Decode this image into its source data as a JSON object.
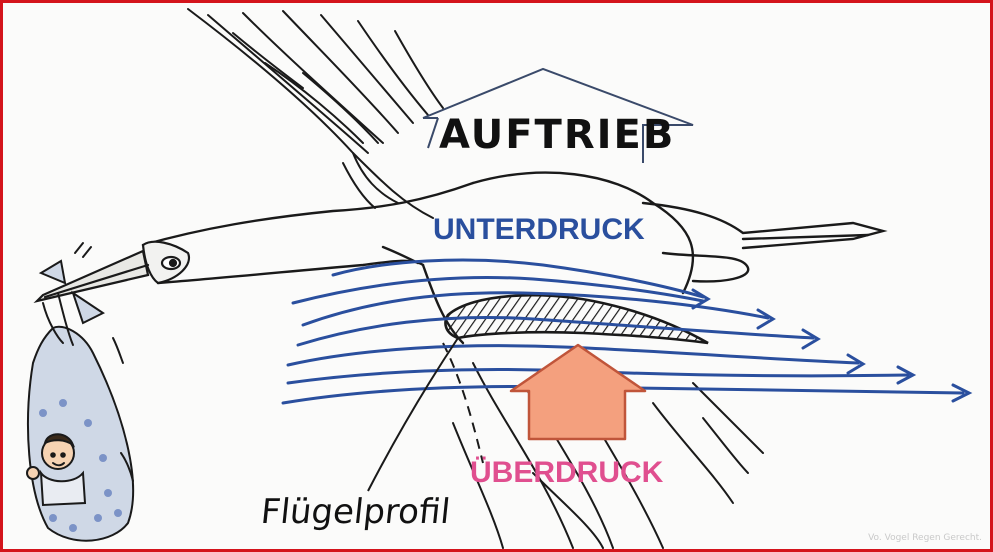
{
  "labels": {
    "lift": "AUFTRIEB",
    "low_pressure": "UNTERDRUCK",
    "high_pressure": "ÜBERDRUCK",
    "airfoil": "Flügelprofil"
  },
  "credit": "Vo. Vogel Regen Gerecht.",
  "colors": {
    "frame": "#d4141c",
    "airflow": "#2a4f9e",
    "low_pressure_text": "#2a4f9e",
    "high_pressure_text": "#e04f8f",
    "pressure_arrow_fill": "#f4a07e",
    "pressure_arrow_stroke": "#c0553a",
    "ink": "#111111"
  }
}
